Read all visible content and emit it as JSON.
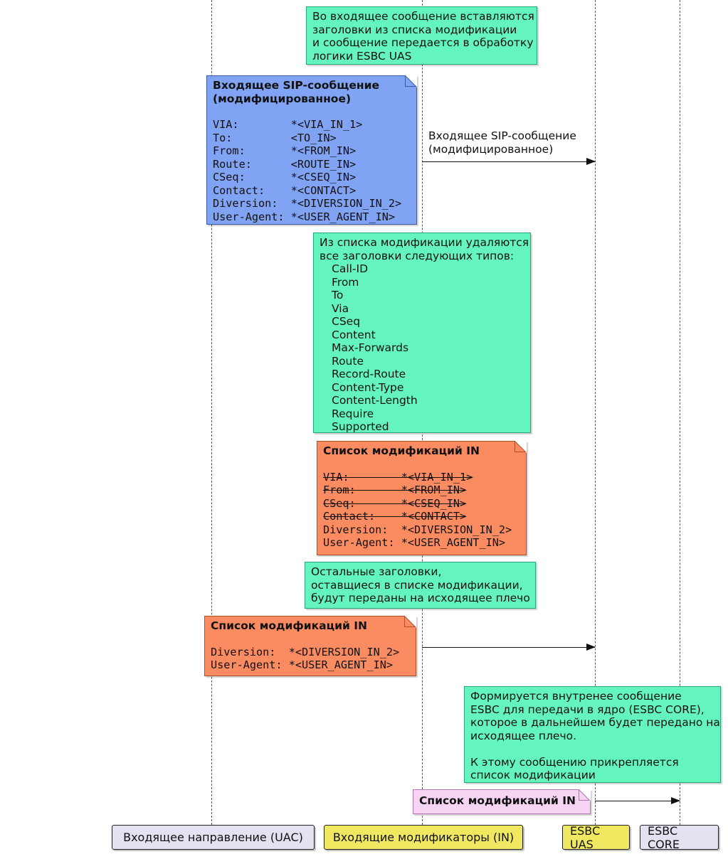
{
  "colors": {
    "note_green": "#64F5BE",
    "note_green_border": "#27A87A",
    "note_blue": "#81A3F3",
    "note_blue_border": "#3A5BA9",
    "note_orange": "#FB8B60",
    "note_orange_border": "#B0502B",
    "note_pink": "#F6D4F3",
    "note_pink_border": "#B674B6",
    "participant_yellow": "#F0E860",
    "participant_lavender": "#E2E2F0",
    "arrow": "#111111"
  },
  "participants": [
    {
      "label": "Входящее направление (UAC)"
    },
    {
      "label": "Входящие модификаторы (IN)"
    },
    {
      "label": "ESBC UAS"
    },
    {
      "label": "ESBC CORE"
    }
  ],
  "messages": {
    "incoming_sip": "Входящее SIP-сообщение\n(модифицированное)"
  },
  "notes": {
    "insert_headers": {
      "text": "Во входящее сообщение вставляются\nзаголовки из списка модификации\nи сообщение передается в обработку\nлогики ESBC UAS"
    },
    "incoming_sip": {
      "title": "Входящее SIP-сообщение\n(модифицированное)",
      "headers": "VIA:        *<VIA_IN_1>\nTo:         <TO_IN>\nFrom:       *<FROM_IN>\nRoute:      <ROUTE_IN>\nCSeq:       *<CSEQ_IN>\nContact:    *<CONTACT>\nDiversion:  *<DIVERSION_IN_2>\nUser-Agent: *<USER_AGENT_IN>"
    },
    "remove_headers": {
      "intro": "Из списка модификации удаляются\nвсе заголовки следующих типов:",
      "types": [
        "Call-ID",
        "From",
        "To",
        "Via",
        "CSeq",
        "Content",
        "Max-Forwards",
        "Route",
        "Record-Route",
        "Content-Type",
        "Content-Length",
        "Require",
        "Supported"
      ]
    },
    "mod_list_struck": {
      "title": "Список модификаций IN",
      "struck": [
        "VIA:        *<VIA_IN_1>",
        "From:       *<FROM_IN>",
        "CSeq:       *<CSEQ_IN>",
        "Contact:    *<CONTACT>"
      ],
      "kept": [
        "Diversion:  *<DIVERSION_IN_2>",
        "User-Agent: *<USER_AGENT_IN>"
      ]
    },
    "remaining_headers": {
      "text": "Остальные заголовки,\nоставщиеся в списке модификации,\nбудут переданы на исходящее плечо"
    },
    "mod_list_final": {
      "title": "Список модификаций IN",
      "headers": "Diversion:  *<DIVERSION_IN_2>\nUser-Agent: *<USER_AGENT_IN>"
    },
    "form_internal": {
      "text": "Формируется внутренее сообщение\nESBC для передачи в ядро (ESBC CORE),\nкоторое в дальнейшем будет передано на\nисходящее плечо.\n\nК этому сообщению прикрепляется\nсписок модификации"
    },
    "mod_list_attached": {
      "title": "Список модификаций IN"
    }
  }
}
